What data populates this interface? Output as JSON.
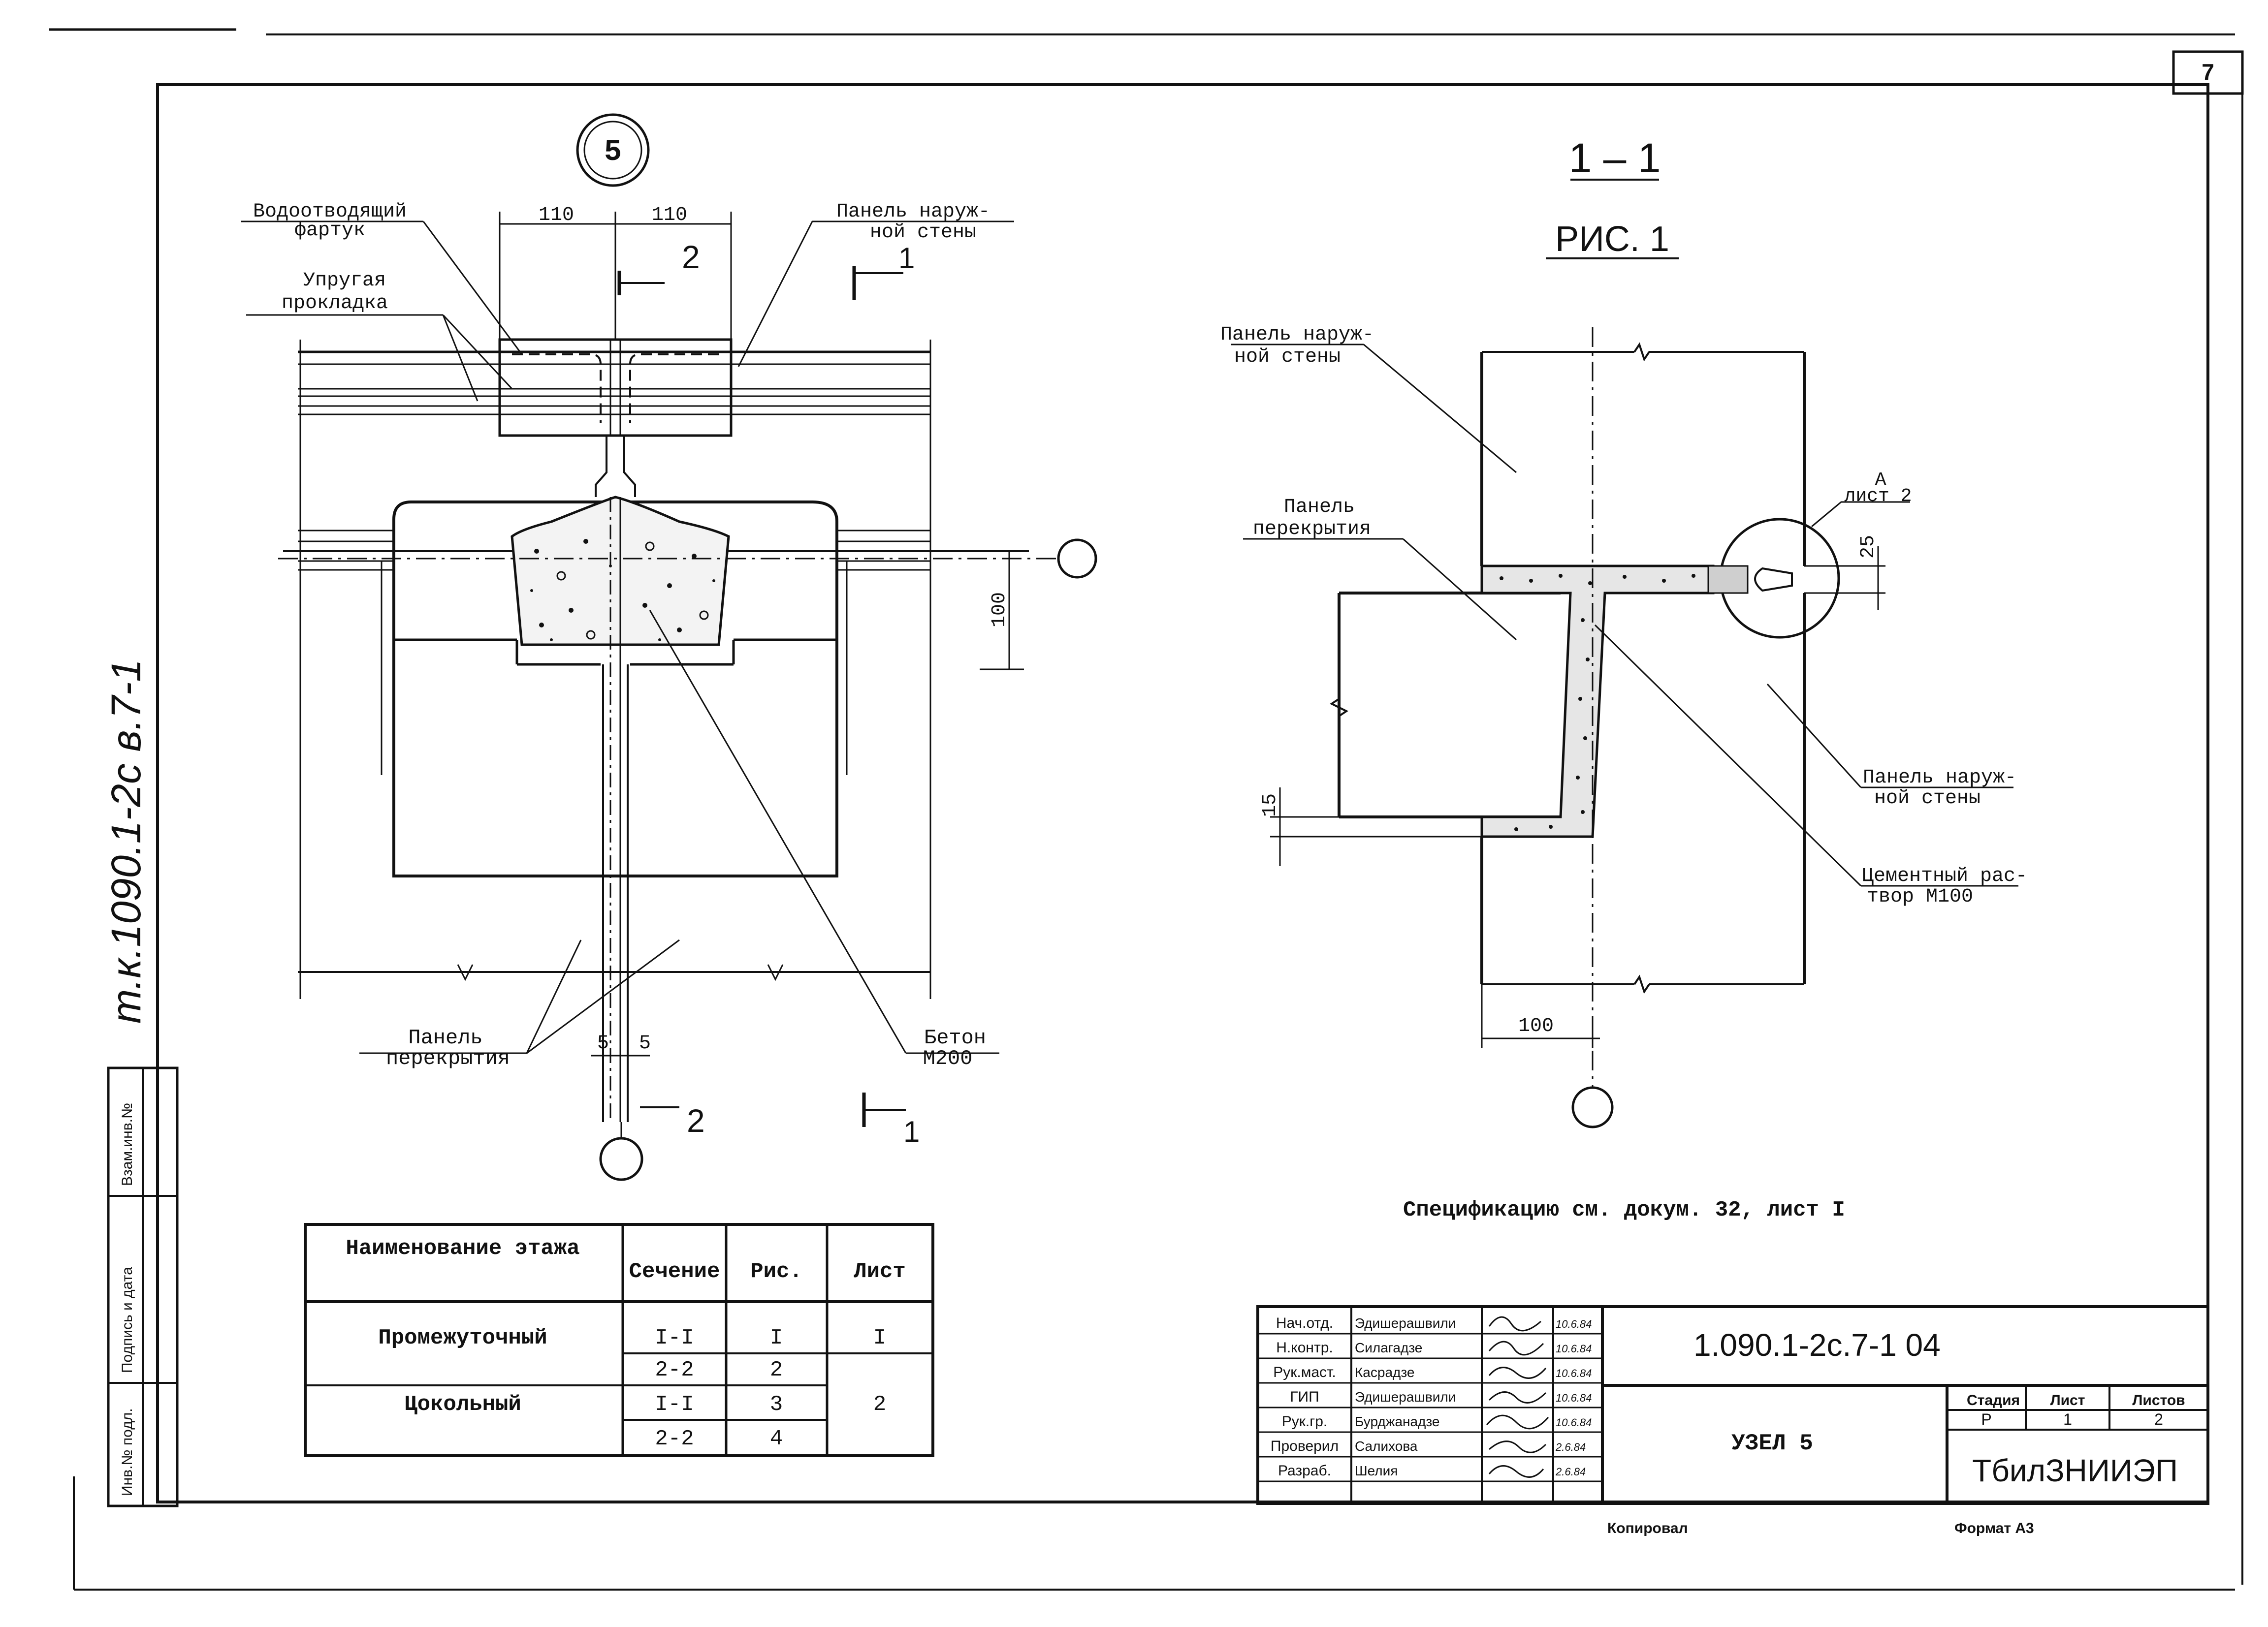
{
  "sheet": {
    "page_number": "7",
    "side_note": "т.к.1090.1-2с  в.7-1",
    "spec_note": "Спецификацию см. докум. 32, лист I",
    "copied": "Копировал",
    "format": "Формат А3"
  },
  "left_strip": {
    "labels": [
      "Инв.№ подл.",
      "Подпись и дата",
      "Взам.инв.№"
    ]
  },
  "node_view": {
    "node_number": "5",
    "dims": {
      "d110a": "110",
      "d110b": "110",
      "d100": "100",
      "d5a": "5",
      "d5b": "5"
    },
    "section_marks": {
      "s2_top": "2",
      "s1_top": "1",
      "s2_bottom": "2",
      "s1_bottom": "1"
    },
    "labels": {
      "apron": [
        "Водоотводящий",
        "фартук"
      ],
      "gasket": [
        "Упругая",
        "прокладка"
      ],
      "outer_panel": [
        "Панель наруж-",
        "ной стены"
      ],
      "floor_panel": [
        "Панель",
        "перекрытия"
      ],
      "concrete": [
        "Бетон",
        "М200"
      ]
    }
  },
  "section_view": {
    "title": "1 – 1",
    "subtitle": "РИС. 1",
    "dims": {
      "d25": "25",
      "d15": "15",
      "d100": "100"
    },
    "callout": [
      "А",
      "лист 2"
    ],
    "labels": {
      "outer_panel_top": [
        "Панель наруж-",
        "ной стены"
      ],
      "floor_panel": [
        "Панель",
        "перекрытия"
      ],
      "outer_panel_right": [
        "Панель наруж-",
        "ной стены"
      ],
      "mortar": [
        "Цементный рас-",
        "твор М100"
      ]
    }
  },
  "floors_table": {
    "headers": [
      "Наименование этажа",
      "Сечение",
      "Рис.",
      "Лист"
    ],
    "rows": [
      {
        "floor": "Промежуточный",
        "sections": [
          "I-I",
          "2-2"
        ],
        "figures": [
          "I",
          "2"
        ],
        "sheet": "I"
      },
      {
        "floor": "Цокольный",
        "sections": [
          "I-I",
          "2-2"
        ],
        "figures": [
          "3",
          "4"
        ],
        "sheet": "2"
      }
    ]
  },
  "title_block": {
    "code": "1.090.1-2с.7-1  04",
    "title": "УЗЕЛ 5",
    "org": "ТбилЗНИИЭП",
    "stage_headers": [
      "Стадия",
      "Лист",
      "Листов"
    ],
    "stage_values": [
      "Р",
      "1",
      "2"
    ],
    "signers": [
      {
        "role": "Нач.отд.",
        "name": "Эдишерашвили",
        "date": "10.6.84"
      },
      {
        "role": "Н.контр.",
        "name": "Силагадзе",
        "date": "10.6.84"
      },
      {
        "role": "Рук.маст.",
        "name": "Касрадзе",
        "date": "10.6.84"
      },
      {
        "role": "ГИП",
        "name": "Эдишерашвили",
        "date": "10.6.84"
      },
      {
        "role": "Рук.гр.",
        "name": "Бурджанадзе",
        "date": "10.6.84"
      },
      {
        "role": "Проверил",
        "name": "Салихова",
        "date": "2.6.84"
      },
      {
        "role": "Разраб.",
        "name": "Шелия",
        "date": "2.6.84"
      }
    ]
  }
}
